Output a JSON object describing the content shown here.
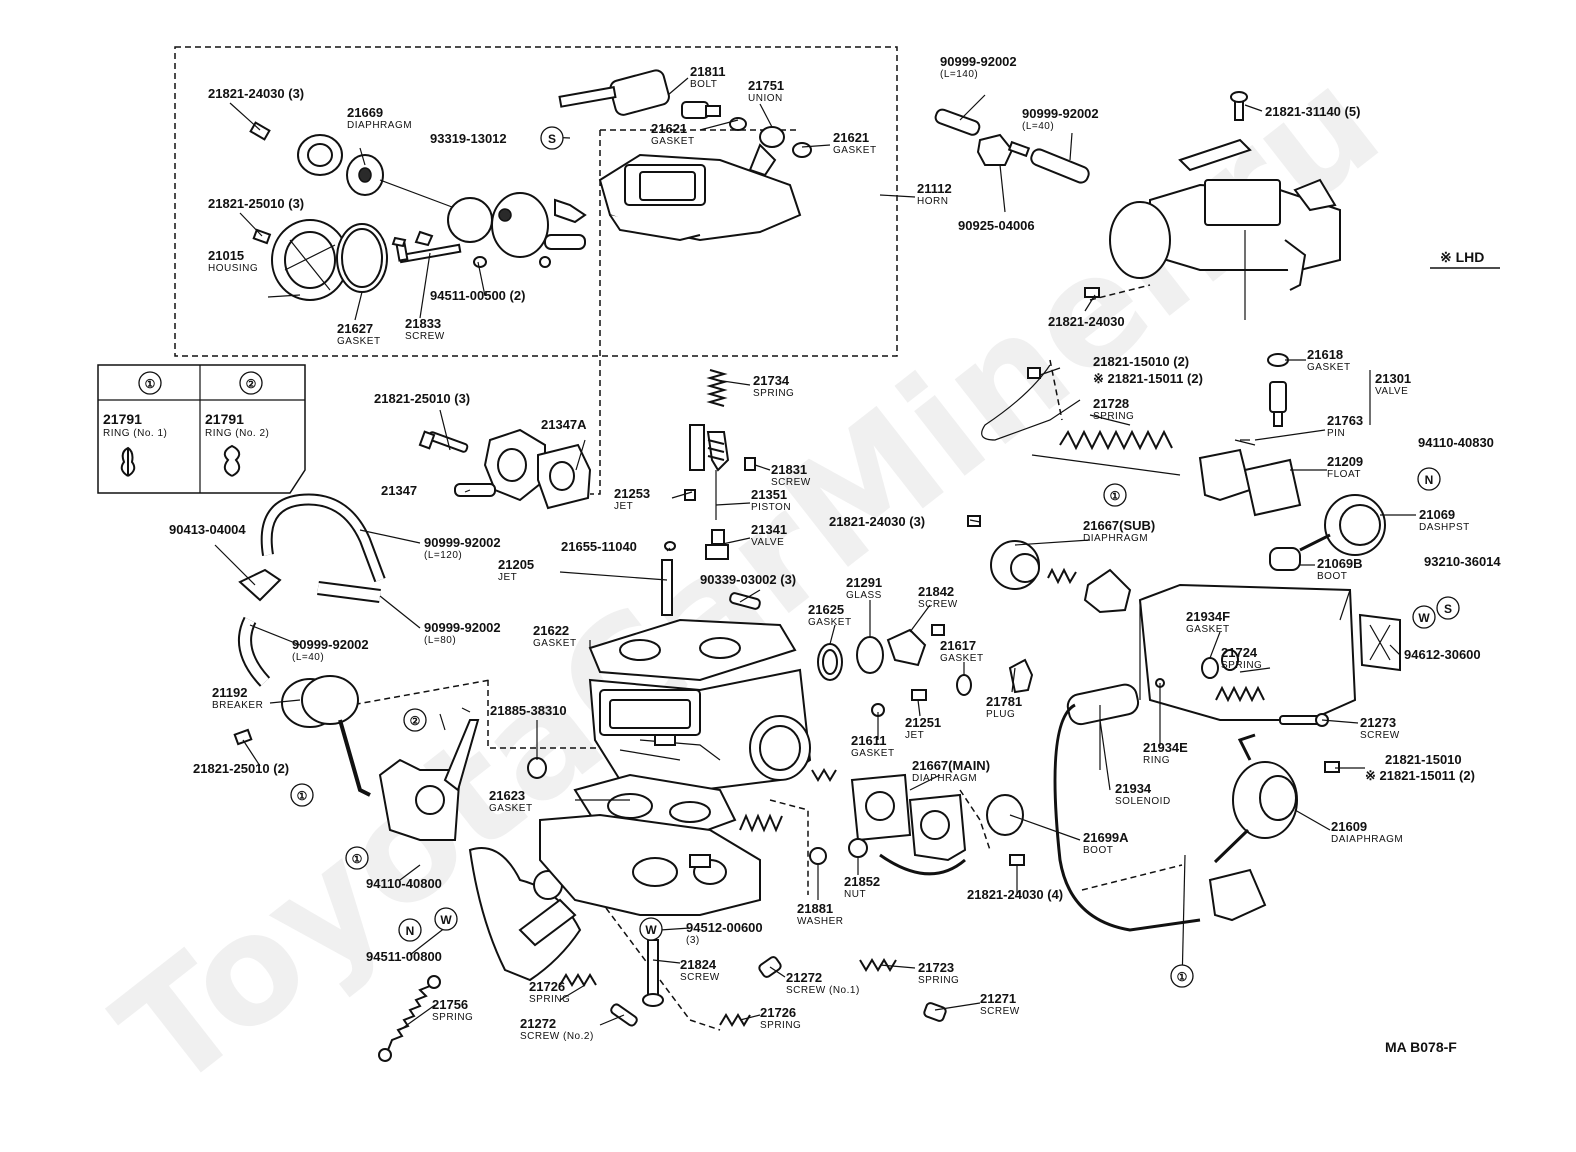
{
  "watermark": "ToyotaCarMiner.ru",
  "diagram_code": "MA  B078-F",
  "lhd_note": "※ LHD",
  "legend": {
    "marker_1": "①",
    "marker_2": "②",
    "ring1_number": "21791",
    "ring1_name": "RING (No. 1)",
    "ring2_number": "21791",
    "ring2_name": "RING (No. 2)"
  },
  "markers": {
    "one": "①",
    "two": "②",
    "S": "S",
    "W": "W",
    "N": "N"
  },
  "labels": [
    {
      "id": "l01",
      "num": "21821-24030 (3)",
      "name": ""
    },
    {
      "id": "l02",
      "num": "21669",
      "name": "DIAPHRAGM"
    },
    {
      "id": "l03",
      "num": "21811",
      "name": "BOLT"
    },
    {
      "id": "l04",
      "num": "21751",
      "name": "UNION"
    },
    {
      "id": "l05",
      "num": "93319-13012",
      "name": ""
    },
    {
      "id": "l06",
      "num": "21621",
      "name": "GASKET"
    },
    {
      "id": "l07",
      "num": "21621",
      "name": "GASKET"
    },
    {
      "id": "l08",
      "num": "21112",
      "name": "HORN"
    },
    {
      "id": "l09",
      "num": "21821-25010 (3)",
      "name": ""
    },
    {
      "id": "l10",
      "num": "21015",
      "name": "HOUSING"
    },
    {
      "id": "l11",
      "num": "94511-00500 (2)",
      "name": ""
    },
    {
      "id": "l12",
      "num": "21627",
      "name": "GASKET"
    },
    {
      "id": "l13",
      "num": "21833",
      "name": "SCREW"
    },
    {
      "id": "l14",
      "num": "90999-92002",
      "name": "(L=140)"
    },
    {
      "id": "l15",
      "num": "90999-92002",
      "name": "(L=40)"
    },
    {
      "id": "l16",
      "num": "90925-04006",
      "name": ""
    },
    {
      "id": "l17",
      "num": "21821-31140 (5)",
      "name": ""
    },
    {
      "id": "l18",
      "num": "21821-24030",
      "name": ""
    },
    {
      "id": "l19",
      "num": "21821-15010 (2)",
      "name": ""
    },
    {
      "id": "l20",
      "num": "※ 21821-15011 (2)",
      "name": ""
    },
    {
      "id": "l21",
      "num": "21618",
      "name": "GASKET"
    },
    {
      "id": "l22",
      "num": "21301",
      "name": "VALVE"
    },
    {
      "id": "l23",
      "num": "21728",
      "name": "SPRING"
    },
    {
      "id": "l24",
      "num": "21763",
      "name": "PIN"
    },
    {
      "id": "l25",
      "num": "94110-40830",
      "name": ""
    },
    {
      "id": "l26",
      "num": "21209",
      "name": "FLOAT"
    },
    {
      "id": "l27",
      "num": "21069",
      "name": "DASHPST"
    },
    {
      "id": "l28",
      "num": "21069B",
      "name": "BOOT"
    },
    {
      "id": "l29",
      "num": "93210-36014",
      "name": ""
    },
    {
      "id": "l30",
      "num": "21734",
      "name": "SPRING"
    },
    {
      "id": "l31",
      "num": "21821-25010 (3)",
      "name": ""
    },
    {
      "id": "l32",
      "num": "21347A",
      "name": ""
    },
    {
      "id": "l33",
      "num": "21347",
      "name": ""
    },
    {
      "id": "l34",
      "num": "21831",
      "name": "SCREW"
    },
    {
      "id": "l35",
      "num": "21253",
      "name": "JET"
    },
    {
      "id": "l36",
      "num": "21351",
      "name": "PISTON"
    },
    {
      "id": "l37",
      "num": "21341",
      "name": "VALVE"
    },
    {
      "id": "l38",
      "num": "21821-24030 (3)",
      "name": ""
    },
    {
      "id": "l39",
      "num": "21667(SUB)",
      "name": "DIAPHRAGM"
    },
    {
      "id": "l40",
      "num": "90413-04004",
      "name": ""
    },
    {
      "id": "l41",
      "num": "90999-92002",
      "name": "(L=120)"
    },
    {
      "id": "l42",
      "num": "21205",
      "name": "JET"
    },
    {
      "id": "l43",
      "num": "21655-11040",
      "name": ""
    },
    {
      "id": "l44",
      "num": "90339-03002 (3)",
      "name": ""
    },
    {
      "id": "l45",
      "num": "21291",
      "name": "GLASS"
    },
    {
      "id": "l46",
      "num": "21842",
      "name": "SCREW"
    },
    {
      "id": "l47",
      "num": "21625",
      "name": "GASKET"
    },
    {
      "id": "l48",
      "num": "21617",
      "name": "GASKET"
    },
    {
      "id": "l49",
      "num": "90999-92002",
      "name": "(L=80)"
    },
    {
      "id": "l50",
      "num": "21622",
      "name": "GASKET"
    },
    {
      "id": "l51",
      "num": "90999-92002",
      "name": "(L=40)"
    },
    {
      "id": "l52",
      "num": "21934F",
      "name": "GASKET"
    },
    {
      "id": "l53",
      "num": "21724",
      "name": "SPRING"
    },
    {
      "id": "l54",
      "num": "94612-30600",
      "name": ""
    },
    {
      "id": "l55",
      "num": "21781",
      "name": "PLUG"
    },
    {
      "id": "l56",
      "num": "21192",
      "name": "BREAKER"
    },
    {
      "id": "l57",
      "num": "21885-38310",
      "name": ""
    },
    {
      "id": "l58",
      "num": "21251",
      "name": "JET"
    },
    {
      "id": "l59",
      "num": "21611",
      "name": "GASKET"
    },
    {
      "id": "l60",
      "num": "21273",
      "name": "SCREW"
    },
    {
      "id": "l61",
      "num": "21934E",
      "name": "RING"
    },
    {
      "id": "l62",
      "num": "21821-25010 (2)",
      "name": ""
    },
    {
      "id": "l63",
      "num": "21667(MAIN)",
      "name": "DIAPHRAGM"
    },
    {
      "id": "l64",
      "num": "21821-15010",
      "name": ""
    },
    {
      "id": "l65",
      "num": "※ 21821-15011 (2)",
      "name": ""
    },
    {
      "id": "l66",
      "num": "21623",
      "name": "GASKET"
    },
    {
      "id": "l67",
      "num": "21934",
      "name": "SOLENOID"
    },
    {
      "id": "l68",
      "num": "21609",
      "name": "DAIAPHRAGM"
    },
    {
      "id": "l69",
      "num": "21699A",
      "name": "BOOT"
    },
    {
      "id": "l70",
      "num": "94110-40800",
      "name": ""
    },
    {
      "id": "l71",
      "num": "21852",
      "name": "NUT"
    },
    {
      "id": "l72",
      "num": "21881",
      "name": "WASHER"
    },
    {
      "id": "l73",
      "num": "21821-24030 (4)",
      "name": ""
    },
    {
      "id": "l74",
      "num": "94512-00600",
      "name": "(3)"
    },
    {
      "id": "l75",
      "num": "94511-00800",
      "name": ""
    },
    {
      "id": "l76",
      "num": "21824",
      "name": "SCREW"
    },
    {
      "id": "l77",
      "num": "21272",
      "name": "SCREW (No.1)"
    },
    {
      "id": "l78",
      "num": "21723",
      "name": "SPRING"
    },
    {
      "id": "l79",
      "num": "21726",
      "name": "SPRING"
    },
    {
      "id": "l80",
      "num": "21756",
      "name": "SPRING"
    },
    {
      "id": "l81",
      "num": "21271",
      "name": "SCREW"
    },
    {
      "id": "l82",
      "num": "21726",
      "name": "SPRING"
    },
    {
      "id": "l83",
      "num": "21272",
      "name": "SCREW (No.2)"
    }
  ]
}
